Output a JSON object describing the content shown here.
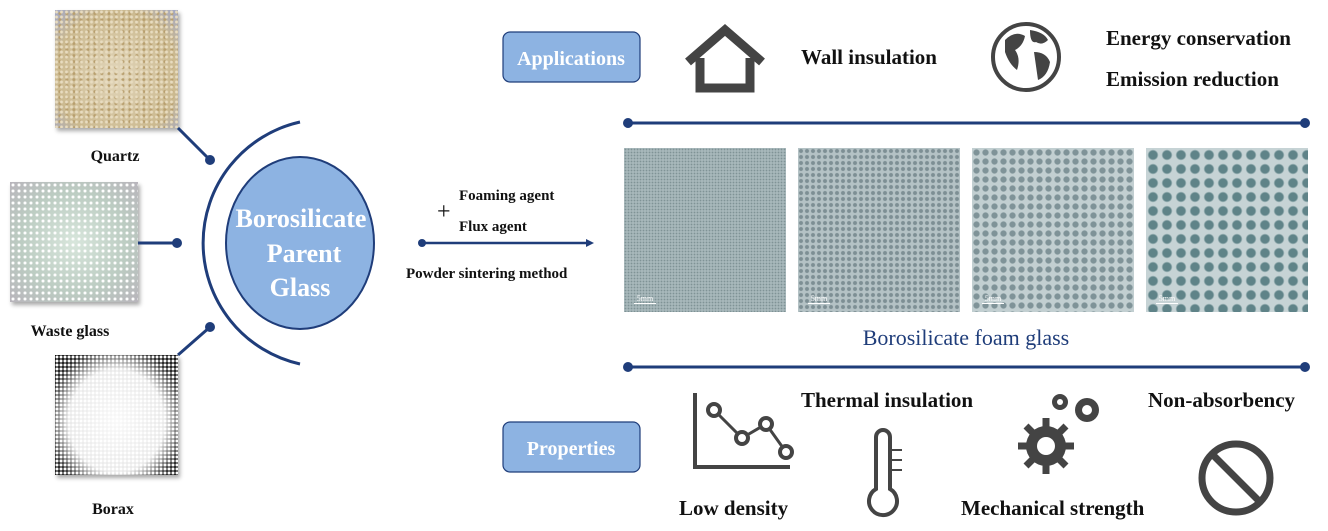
{
  "raw_materials": [
    {
      "label": "Quartz"
    },
    {
      "label": "Waste glass"
    },
    {
      "label": "Borax"
    }
  ],
  "parent_glass": {
    "lines": [
      "Borosilicate",
      "Parent",
      "Glass"
    ]
  },
  "process": {
    "plus": "+",
    "additives": [
      "Foaming agent",
      "Flux agent"
    ],
    "method": "Powder sintering method"
  },
  "applications": {
    "label": "Applications",
    "items": [
      "Wall insulation",
      "Energy conservation",
      "Emission reduction"
    ]
  },
  "product": {
    "title": "Borosilicate foam glass",
    "scale_label": "5mm"
  },
  "properties": {
    "label": "Properties",
    "items": [
      "Thermal insulation",
      "Non-absorbency",
      "Low density",
      "Mechanical strength"
    ]
  },
  "colors": {
    "accent": "#1f3d7a",
    "box_fill": "#8db3e2",
    "icon": "#444444"
  }
}
